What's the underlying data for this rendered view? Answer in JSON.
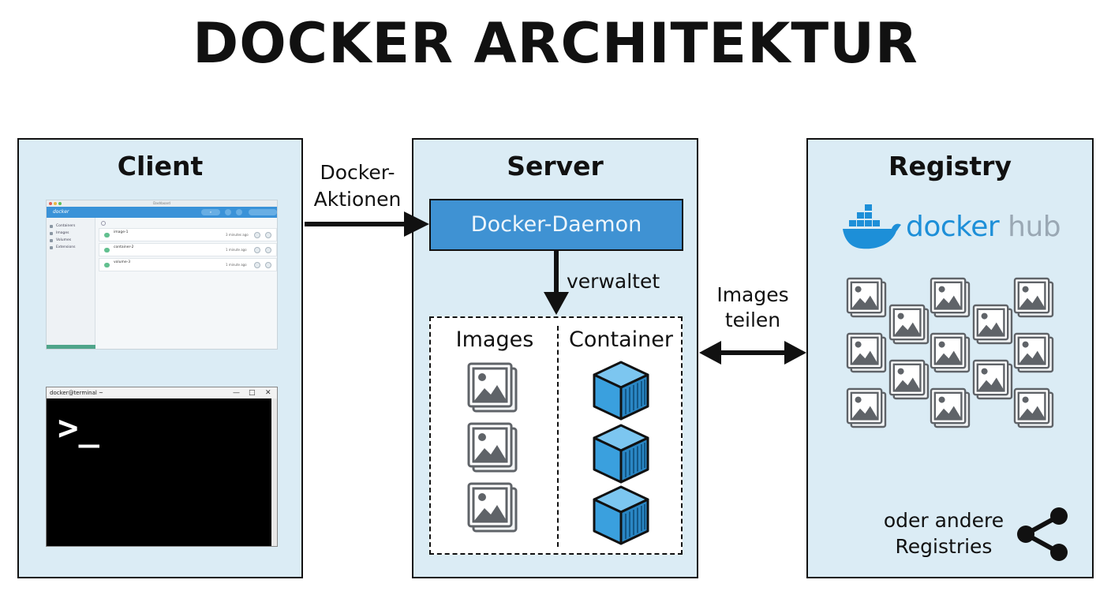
{
  "title": "DOCKER ARCHITEKTUR",
  "client": {
    "title": "Client",
    "desktop": {
      "window_title": "Dashboard",
      "logo": "docker",
      "sidebar": [
        "Containers",
        "Images",
        "Volumes",
        "Extensions"
      ],
      "rows": [
        {
          "name": "image-1",
          "time": "3 minutes ago"
        },
        {
          "name": "container-2",
          "time": "1 minute ago"
        },
        {
          "name": "volume-3",
          "time": "1 minute ago"
        }
      ]
    },
    "terminal": {
      "window_title": "docker@terminal ~",
      "prompt": ">_"
    }
  },
  "arrows": {
    "client_to_server": "Docker-\nAktionen",
    "share": "Images\nteilen"
  },
  "server": {
    "title": "Server",
    "daemon": "Docker-Daemon",
    "manages": "verwaltet",
    "images_label": "Images",
    "containers_label": "Container"
  },
  "registry": {
    "title": "Registry",
    "hub_brand": "docker",
    "hub_suffix": "hub",
    "other": "oder andere\nRegistries"
  },
  "colors": {
    "panel_bg": "#dbecf5",
    "daemon_blue": "#3f92d3",
    "container_blue": "#3aa0de",
    "docker_blue": "#1d8fd8",
    "image_gray": "#5f6368"
  },
  "icons": {
    "image": "image-stack-icon",
    "container": "shipping-container-icon",
    "hub_whale": "docker-whale-icon",
    "share": "share-icon"
  }
}
